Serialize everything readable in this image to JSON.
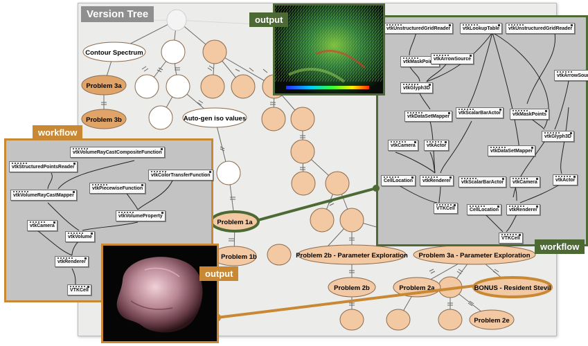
{
  "version_tree": {
    "title": "Version Tree",
    "nodes": {
      "contour_spectrum": "Contour Spectrum",
      "problem_3a": "Problem 3a",
      "problem_3b": "Problem 3b",
      "auto_gen": "Auto-gen iso values",
      "problem_1a": "Problem 1a",
      "problem_1b": "Problem 1b",
      "problem_2b_param": "Problem 2b - Parameter Exploration",
      "problem_3a_param": "Problem 3a - Parameter Exploration",
      "problem_2b": "Problem 2b",
      "problem_2a": "Problem 2a",
      "bonus": "BONUS - Resident Stevil",
      "problem_2e": "Problem 2e"
    }
  },
  "left_workflow": {
    "tag": "workflow",
    "modules": {
      "ray_cast_composite": "vtkVolumeRayCastCompositeFunction",
      "structured_points_reader": "vtkStructuredPointsReader",
      "color_transfer": "vtkColorTransferFunction",
      "ray_cast_mapper": "vtkVolumeRayCastMapper",
      "piecewise": "vtkPiecewiseFunction",
      "volume_property": "vtkVolumeProperty",
      "camera": "vtkCamera",
      "volume": "vtkVolume",
      "renderer": "vtkRenderer",
      "cell": "VTKCell"
    }
  },
  "right_workflow": {
    "tag": "workflow",
    "modules": {
      "ugrid_reader_1": "vtkUnstructuredGridReader",
      "lookup_table": "vtkLookupTable",
      "ugrid_reader_2": "vtkUnstructuredGridReader",
      "mask_points_1": "vtkMaskPoints",
      "arrow_source_1": "vtkArrowSource",
      "arrow_source_2": "vtkArrowSource",
      "glyph3d_1": "vtkGlyph3D",
      "dataset_mapper_1": "vtkDataSetMapper",
      "scalar_bar_actor_1": "vtkScalarBarActor",
      "mask_points_2": "vtkMaskPoints",
      "camera_1": "vtkCamera",
      "actor_1": "vtkActor",
      "glyph3d_2": "vtkGlyph3D",
      "dataset_mapper_2": "vtkDataSetMapper",
      "cell_location_1": "CellLocation",
      "renderer_1": "vtkRenderer",
      "scalar_bar_actor_2": "vtkScalarBarActor",
      "camera_2": "vtkCamera",
      "actor_2": "vtkActor",
      "cell_1": "VTKCell",
      "cell_location_2": "CellLocation",
      "renderer_2": "vtkRenderer",
      "cell_2": "VTKCell"
    }
  },
  "outputs": {
    "top_tag": "output",
    "bottom_tag": "output"
  },
  "colors": {
    "orange": "#c98934",
    "green": "#4d6a34",
    "node_fill": "#f2c9a3",
    "node_stroke": "#8a6a4c"
  }
}
